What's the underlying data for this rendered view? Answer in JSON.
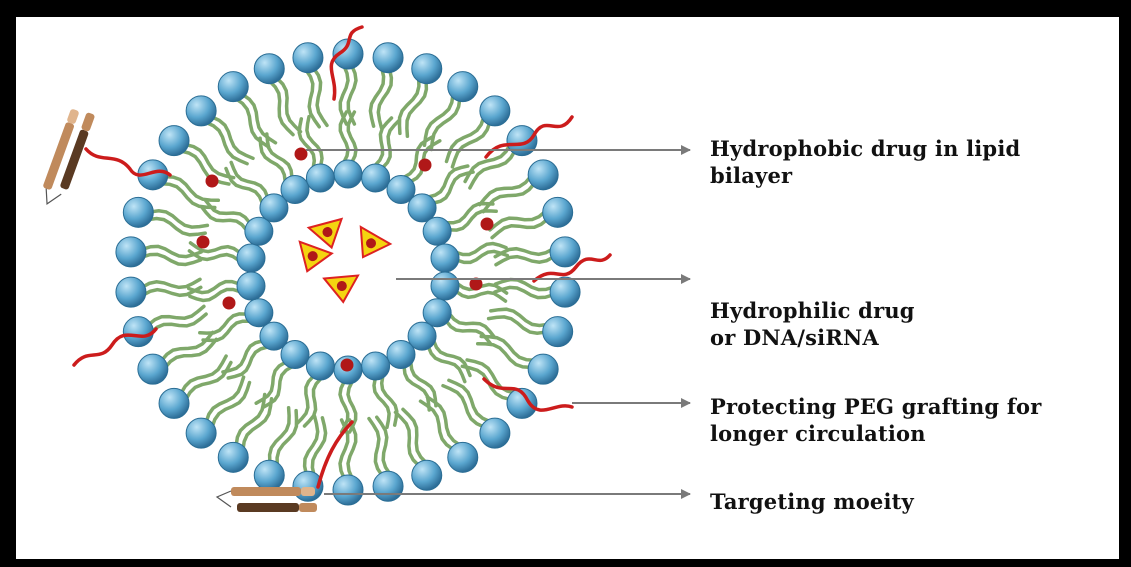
{
  "labels": {
    "hydrophobic_line1": "Hydrophobic drug in lipid",
    "hydrophobic_line2": "bilayer",
    "hydrophilic_line1": "Hydrophilic drug",
    "hydrophilic_line2": "or DNA/siRNA",
    "peg_line1": "Protecting PEG grafting for",
    "peg_line2": "longer circulation",
    "targeting": "Targeting moeity"
  },
  "colors": {
    "lipid_head": "#5aa6cf",
    "lipid_tail": "#7fa86a",
    "hydrophobic_drug": "#b01818",
    "peg_chain": "#cc1c1c",
    "hydrophilic_drug_fill": "#f4d410",
    "arrow": "#7a7a7a"
  },
  "icons": {
    "liposome": "liposome-icon",
    "antibody": "antibody-icon",
    "drug_dot": "drug-dot-icon"
  }
}
